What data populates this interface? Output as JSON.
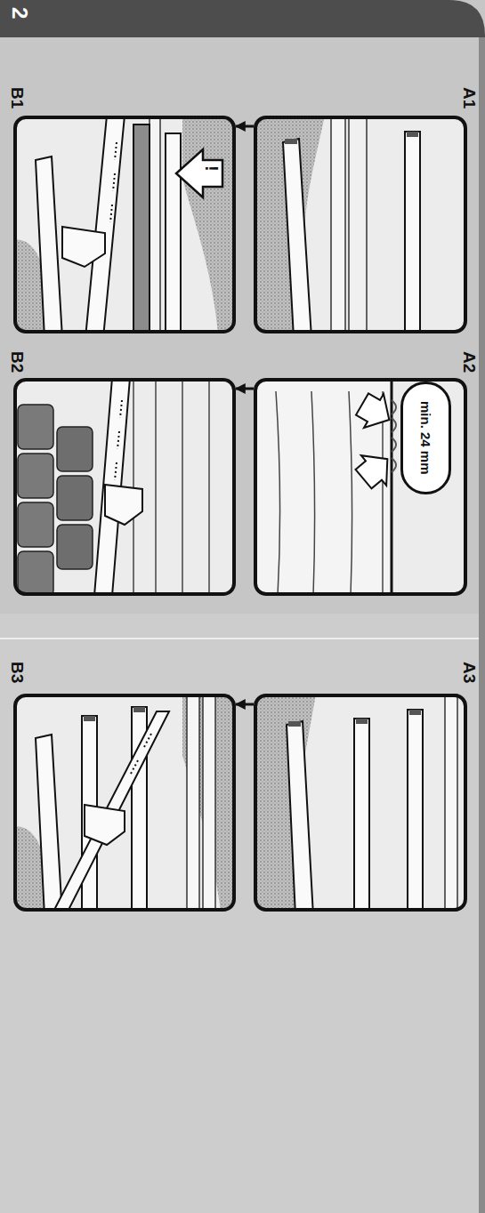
{
  "diagram": {
    "nodes": [
      {
        "text": [
          "A1"
        ]
      },
      {
        "text": [
          "A2"
        ]
      },
      {
        "text": [
          "min. 24 mm"
        ],
        "in": 1
      },
      {
        "text": [
          "A3"
        ]
      },
      {
        "text": [
          "B1"
        ]
      },
      {
        "text": [
          "B2"
        ]
      },
      {
        "text": [
          "B3"
        ]
      }
    ],
    "edges": [
      {
        "from": 0,
        "to": 4,
        "arrow": "to"
      },
      {
        "from": 1,
        "to": 5,
        "arrow": "to"
      },
      {
        "from": 3,
        "to": 6,
        "arrow": "to"
      }
    ],
    "labels": [
      "2",
      "!"
    ]
  }
}
